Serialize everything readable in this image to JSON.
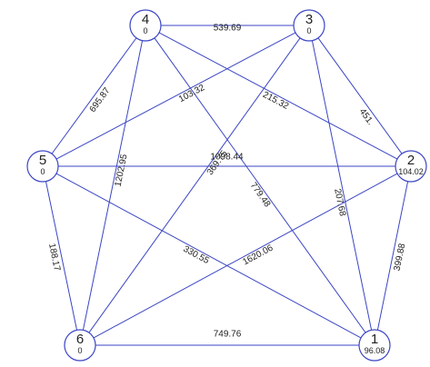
{
  "graph": {
    "line_color": "#3b45c4",
    "nodes": [
      {
        "id": "1",
        "value": "96.08"
      },
      {
        "id": "2",
        "value": "104.02"
      },
      {
        "id": "3",
        "value": "0"
      },
      {
        "id": "4",
        "value": "0"
      },
      {
        "id": "5",
        "value": "0"
      },
      {
        "id": "6",
        "value": "0"
      }
    ],
    "edges": [
      {
        "from": "4",
        "to": "3",
        "label": "539.69"
      },
      {
        "from": "4",
        "to": "5",
        "label": "695.87"
      },
      {
        "from": "3",
        "to": "5",
        "label": "103.32"
      },
      {
        "from": "4",
        "to": "2",
        "label": "215.32"
      },
      {
        "from": "3",
        "to": "2",
        "label": "451."
      },
      {
        "from": "5",
        "to": "2",
        "label": "1098.44"
      },
      {
        "from": "4",
        "to": "6",
        "label": "1202.95"
      },
      {
        "from": "3",
        "to": "6",
        "label": "369.75"
      },
      {
        "from": "4",
        "to": "1",
        "label": "779.48"
      },
      {
        "from": "3",
        "to": "1",
        "label": "207.68"
      },
      {
        "from": "2",
        "to": "1",
        "label": "399.88"
      },
      {
        "from": "5",
        "to": "6",
        "label": "188.17"
      },
      {
        "from": "5",
        "to": "1",
        "label": "330.55"
      },
      {
        "from": "6",
        "to": "2",
        "label": "1620.06"
      },
      {
        "from": "6",
        "to": "1",
        "label": "749.76"
      }
    ]
  }
}
